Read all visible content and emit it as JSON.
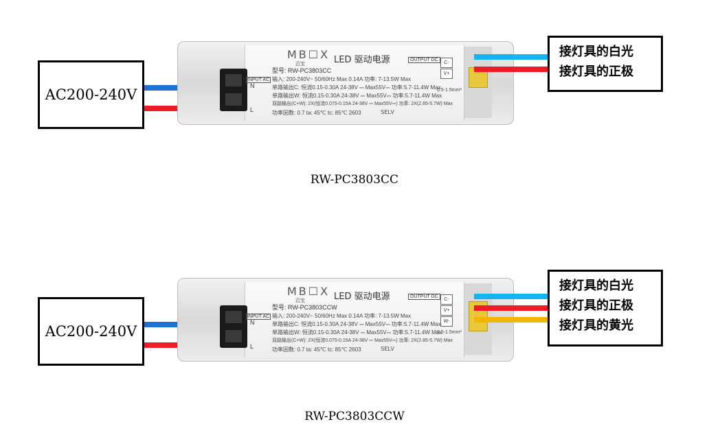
{
  "diagrams": [
    {
      "input_label": "AC200-240V",
      "outputs": [
        "接灯具的白光",
        "接灯具的正极"
      ],
      "model": "RW-PC3803CC",
      "device": {
        "brand": "MB☐X",
        "brand_sub": "迈宝",
        "title": "LED 驱动电源",
        "model_line": "型号: RW-PC3803CC",
        "specs": [
          "输入: 200-240V~ 50/60Hz  Max 0.14A    功率: 7-13.5W Max",
          "单路输出C: 恒流0.15-0.30A  24-38V ⎓ Max55V⎓   功率:5.7-11.4W Max",
          "单路输出W: 恒流0.15-0.30A  24-38V ⎓ Max55V⎓   功率:5.7-11.4W Max",
          "双路输出(C+W): 2X(恒流0.075-0.15A  24-38V ⎓ Max55V⎓)  功率: 2X(2.85-5.7W) Max",
          "功率因数: 0.7    ta: 45℃   tc: 85℃    2603"
        ],
        "output_dc": "OUTPUT DC",
        "pins": [
          "C-",
          "V+"
        ],
        "input_ac": "INPUT AC",
        "selv": "SELV",
        "wiring": "0.5-1.5mm²"
      }
    },
    {
      "input_label": "AC200-240V",
      "outputs": [
        "接灯具的白光",
        "接灯具的正极",
        "接灯具的黄光"
      ],
      "model": "RW-PC3803CCW",
      "device": {
        "brand": "MB☐X",
        "brand_sub": "迈宝",
        "title": "LED 驱动电源",
        "model_line": "型号: RW-PC3803CCW",
        "specs": [
          "输入: 200-240V~ 50/60Hz  Max 0.14A    功率: 7-13.5W Max",
          "单路输出C: 恒流0.15-0.30A  24-38V ⎓ Max55V⎓   功率:5.7-11.4W Max",
          "单路输出W: 恒流0.15-0.30A  24-38V ⎓ Max55V⎓   功率:5.7-11.4W Max",
          "双路输出(C+W): 2X(恒流0.075-0.15A  24-38V ⎓ Max55V⎓)  功率: 2X(2.85-5.7W) Max",
          "功率因数: 0.7    ta: 45℃   tc: 85℃    2603"
        ],
        "output_dc": "OUTPUT DC",
        "pins": [
          "C-",
          "V+",
          "W-"
        ],
        "input_ac": "INPUT AC",
        "selv": "SELV",
        "wiring": "0.5-1.5mm²"
      }
    }
  ],
  "colors": {
    "live_wire": "#ee1c25",
    "neutral_wire": "#1e6fd6",
    "white_wire": "#14b4f0",
    "yellow_wire": "#f5b400"
  }
}
